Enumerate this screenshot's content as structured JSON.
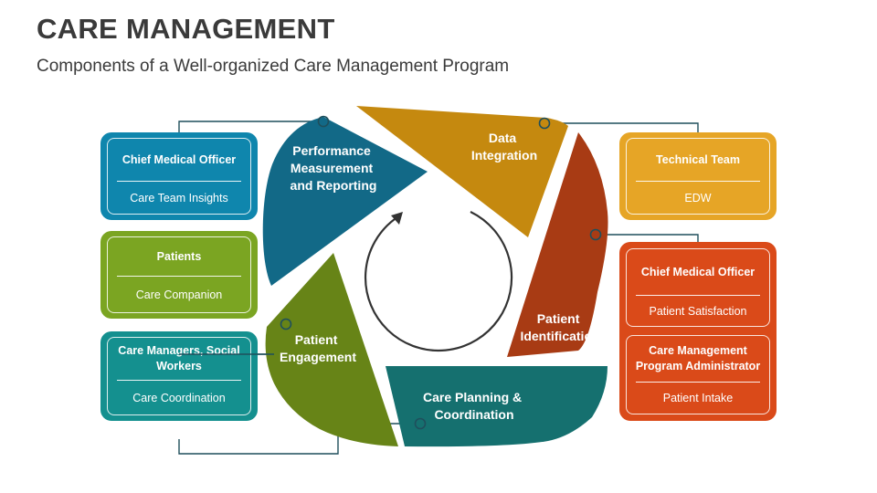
{
  "header": {
    "title": "CARE MANAGEMENT",
    "subtitle": "Components of a Well-organized Care Management Program"
  },
  "colors": {
    "blue": "#126987",
    "mustard": "#C5890F",
    "rust": "#A83B14",
    "teal": "#15706F",
    "olive": "#678417",
    "card_blue": "#0F86AD",
    "card_green": "#7BA522",
    "card_teal": "#14908F",
    "card_yellow": "#E6A526",
    "card_orange": "#DA4A19",
    "connector": "#1f4f5c"
  },
  "segments": {
    "performance": {
      "line1": "Performance",
      "line2": "Measurement",
      "line3": "and Reporting"
    },
    "data_integration": {
      "line1": "Data",
      "line2": "Integration"
    },
    "patient_identification": {
      "line1": "Patient",
      "line2": "Identification"
    },
    "care_planning": {
      "line1": "Care Planning &",
      "line2": "Coordination"
    },
    "patient_engagement": {
      "line1": "Patient",
      "line2": "Engagement"
    }
  },
  "cards": {
    "chief_medical_left": {
      "top": "Chief Medical Officer",
      "bottom": "Care Team Insights"
    },
    "patients": {
      "top": "Patients",
      "bottom": "Care Companion"
    },
    "care_managers": {
      "top": "Care Managers, Social Workers",
      "bottom": "Care Coordination"
    },
    "technical_team": {
      "top": "Technical Team",
      "bottom": "EDW"
    },
    "chief_medical_right": {
      "top": "Chief Medical Officer",
      "bottom": "Patient Satisfaction"
    },
    "program_admin": {
      "top": "Care Management Program Administrator",
      "bottom": "Patient Intake"
    }
  }
}
